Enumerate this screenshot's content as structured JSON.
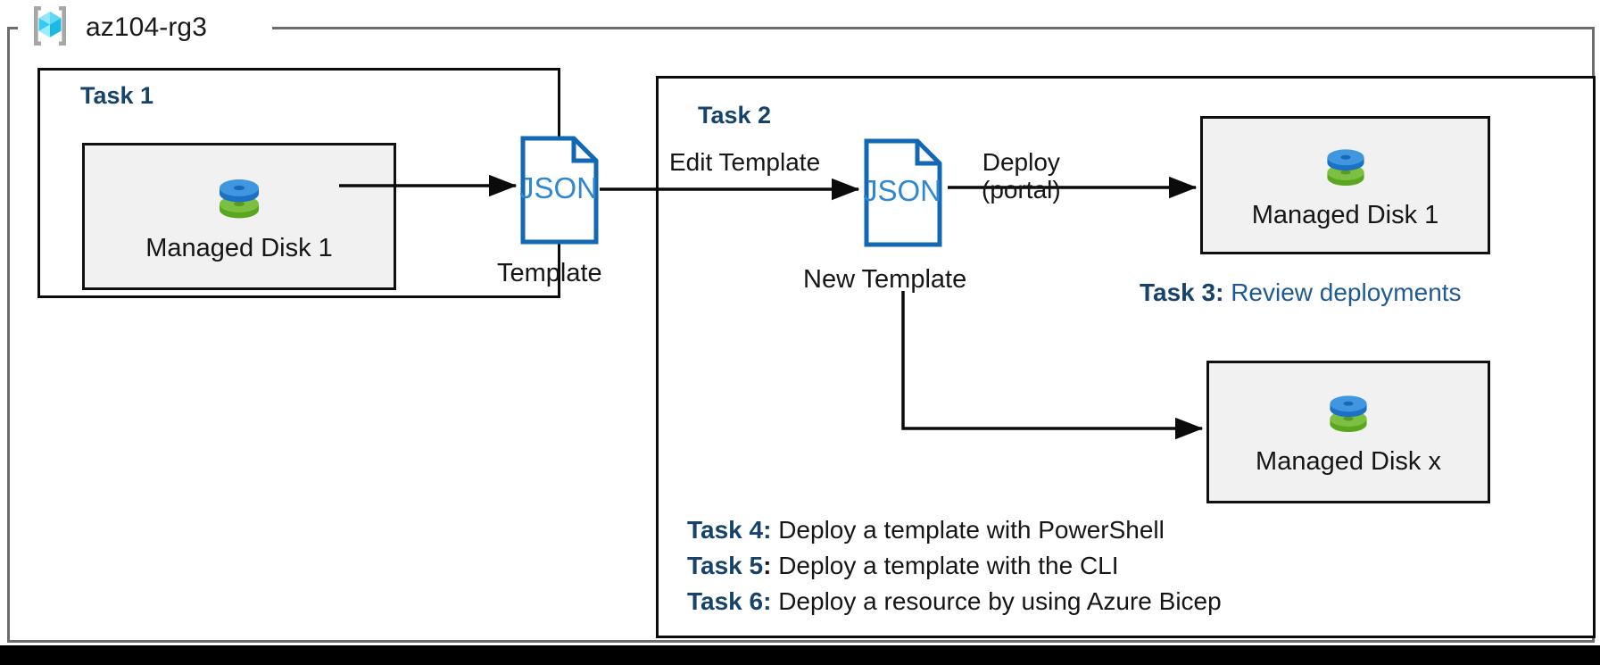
{
  "resource_group": {
    "name": "az104-rg3",
    "icon": "azure-resource-group-icon",
    "border_color": "#6d6d6d"
  },
  "accent_colors": {
    "task_heading_blue": "#17436b",
    "json_blue": "#1268b3",
    "disk_blue": "#3e8fdd",
    "disk_green": "#6aba2c",
    "card_fill": "#f1f1f1",
    "line_black": "#0b0b0b"
  },
  "tasks": {
    "task1": {
      "heading": "Task 1",
      "resource": {
        "label": "Managed Disk 1",
        "icon": "managed-disk-icon"
      },
      "template": {
        "doc_text": "JSON",
        "caption": "Template",
        "icon": "json-document-icon"
      }
    },
    "task2": {
      "heading": "Task 2",
      "edit_edge_label": "Edit Template",
      "template": {
        "doc_text": "JSON",
        "caption": "New Template",
        "icon": "json-document-icon"
      },
      "deploy_edge_label_line1": "Deploy",
      "deploy_edge_label_line2": "(portal)",
      "resources": [
        {
          "label": "Managed Disk 1",
          "icon": "managed-disk-icon"
        },
        {
          "label": "Managed Disk x",
          "icon": "managed-disk-icon"
        }
      ]
    },
    "task3": {
      "key": "Task 3:",
      "body": "Review deployments"
    },
    "task4": {
      "key": "Task 4:",
      "body": "Deploy a template with PowerShell"
    },
    "task5": {
      "key": "Task 5",
      "key_colon": ":",
      "body": "Deploy a template with the CLI"
    },
    "task6": {
      "key": "Task 6:",
      "body": "Deploy a resource by using Azure Bicep"
    }
  }
}
